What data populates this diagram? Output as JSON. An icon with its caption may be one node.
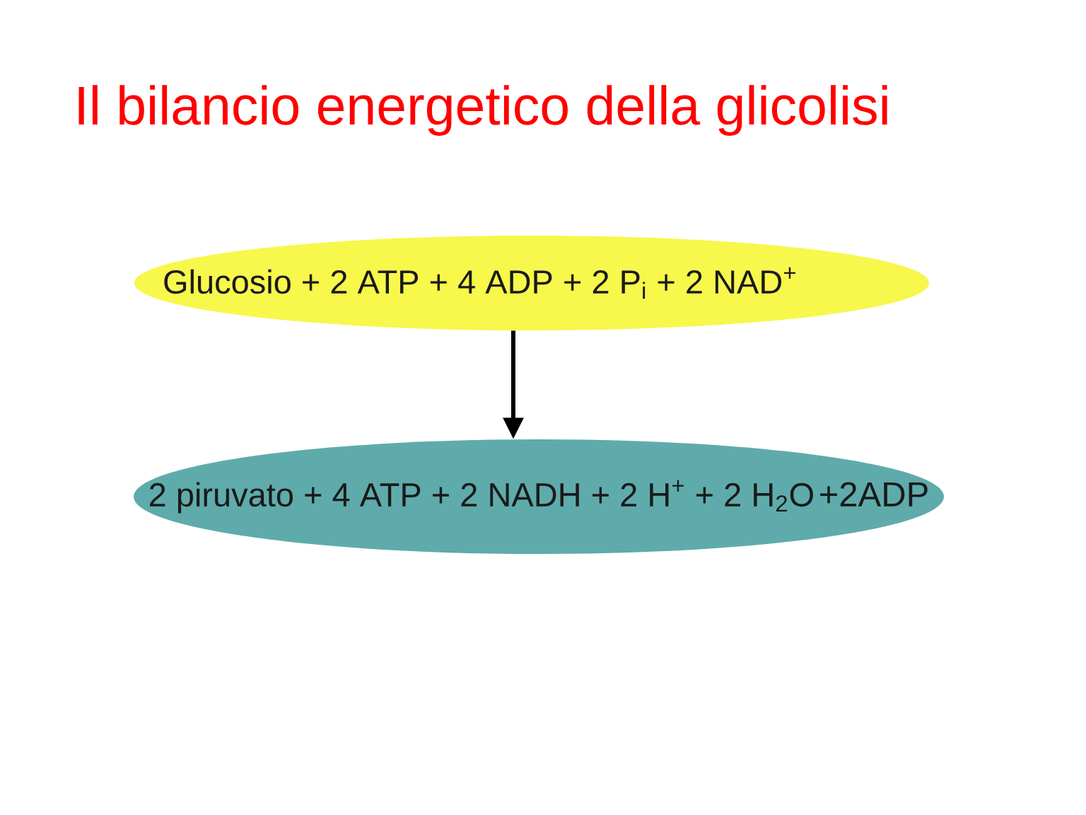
{
  "diagram": {
    "title": "Il bilancio energetico della glicolisi",
    "nodes": [
      {
        "text": [
          "Glucosio + 2 ATP + 4 ADP + 2 P$_{i}$ + 2 NAD$^{+}$"
        ]
      },
      {
        "text": [
          "2 piruvato + 4 ATP + 2 NADH + 2 H$^{+}$ + 2 H$_{2}$O",
          "+2ADP"
        ]
      }
    ],
    "edges": [
      {
        "from": 0,
        "to": 1,
        "arrow": "to"
      }
    ]
  }
}
